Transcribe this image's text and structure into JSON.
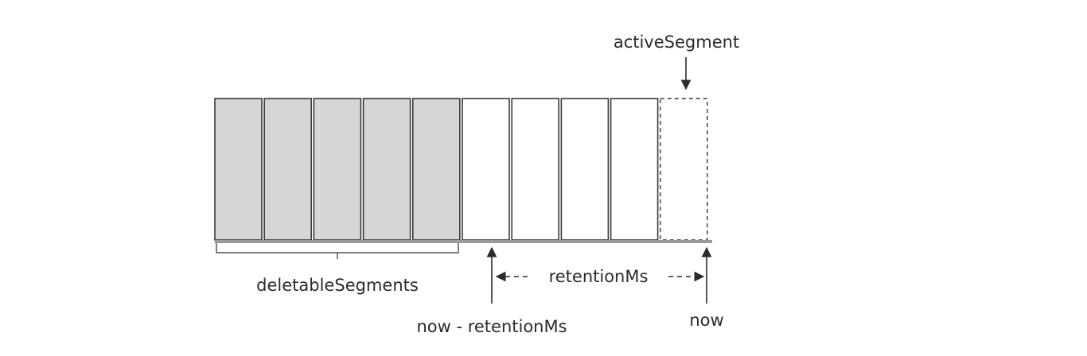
{
  "labels": {
    "active_segment": "activeSegment",
    "deletable_segments": "deletableSegments",
    "retention_ms": "retentionMs",
    "now_minus_retention": "now - retentionMs",
    "now": "now"
  },
  "segments": {
    "deletable_count": 5,
    "retained_count": 4,
    "active_count": 1
  },
  "colors": {
    "deletable_fill": "#d6d6d6",
    "retained_fill": "#ffffff",
    "stroke": "#3a3a3a"
  }
}
